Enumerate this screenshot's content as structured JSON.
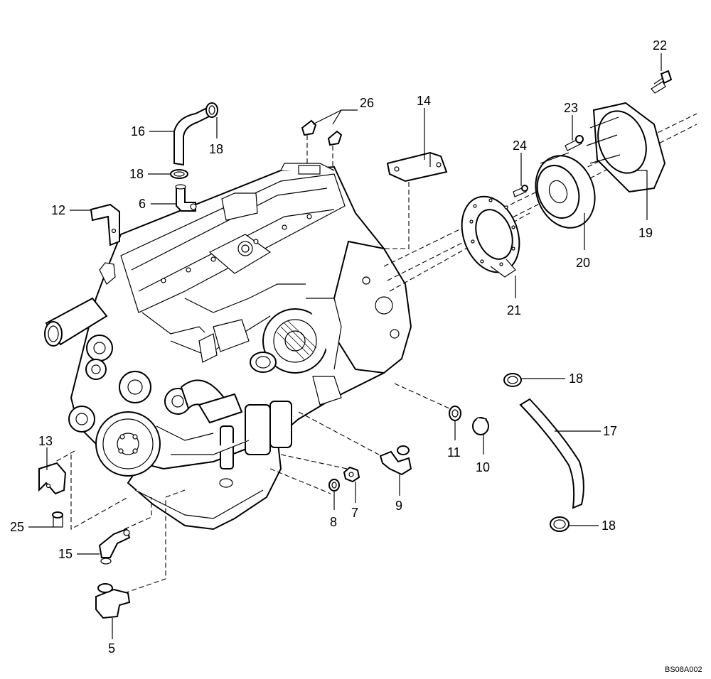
{
  "drawing_code": "BS08A002",
  "callouts": [
    "22",
    "26",
    "14",
    "23",
    "16",
    "18",
    "24",
    "18",
    "12",
    "6",
    "19",
    "20",
    "21",
    "18",
    "17",
    "13",
    "11",
    "10",
    "9",
    "7",
    "8",
    "25",
    "18",
    "15",
    "5"
  ]
}
